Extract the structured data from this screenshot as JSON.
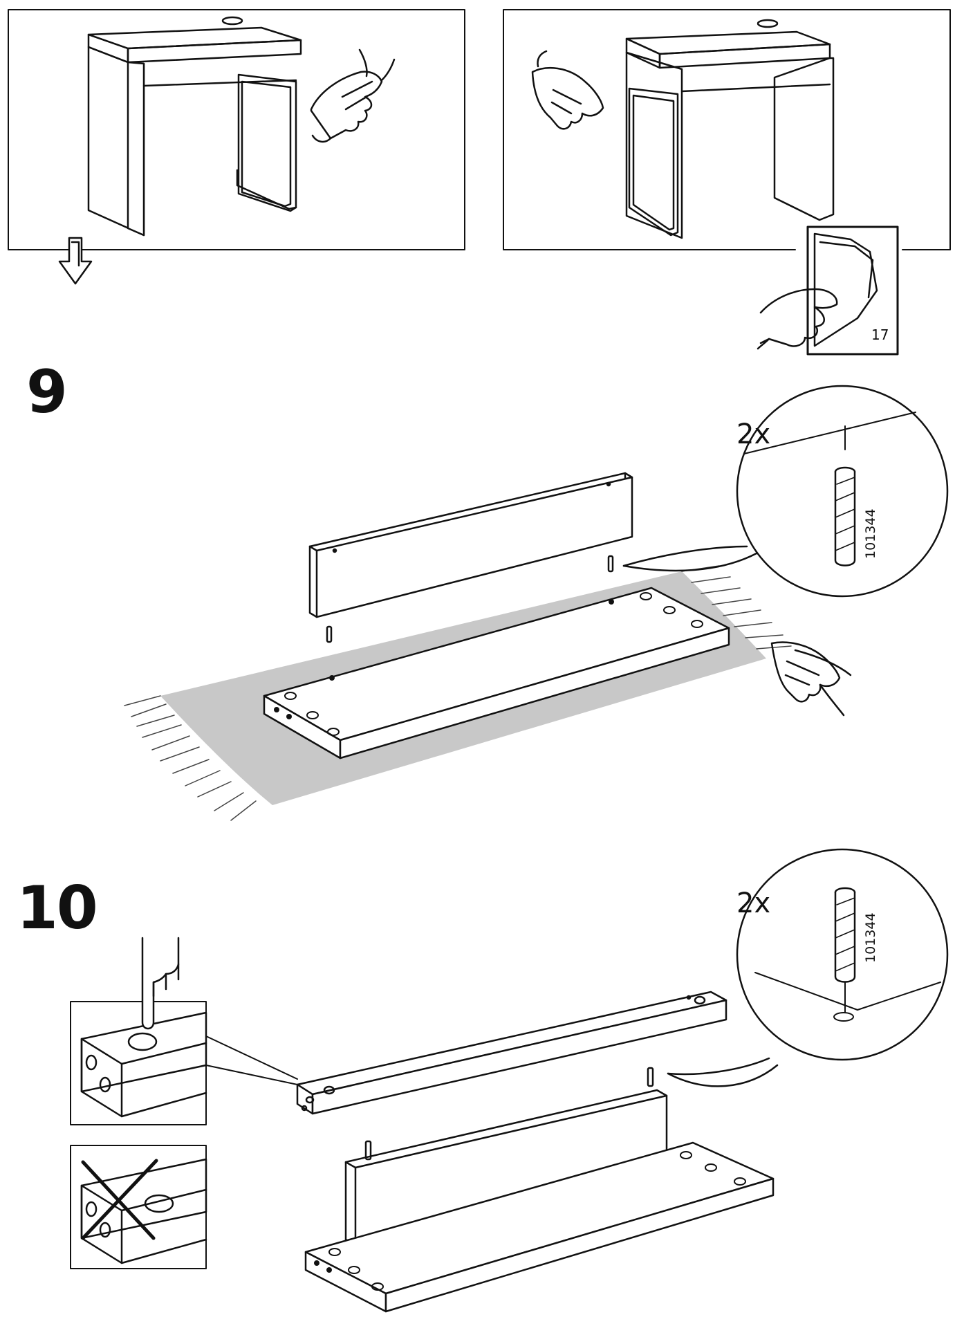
{
  "steps": [
    {
      "number": "9",
      "quantity": "2x",
      "part_number": "101344"
    },
    {
      "number": "10",
      "quantity": "2x",
      "part_number": "101344"
    }
  ],
  "page_reference": "17",
  "icons": [
    "desk-icon",
    "pointing-hand-icon",
    "down-arrow-icon",
    "turn-page-icon",
    "panel-icon",
    "dowel-icon",
    "rug-icon",
    "magnifier-callout-icon",
    "press-hand-icon",
    "wrong-cross-icon"
  ],
  "colors": {
    "ink": "#111111",
    "rug": "#c8c8c8",
    "paper": "#ffffff"
  }
}
